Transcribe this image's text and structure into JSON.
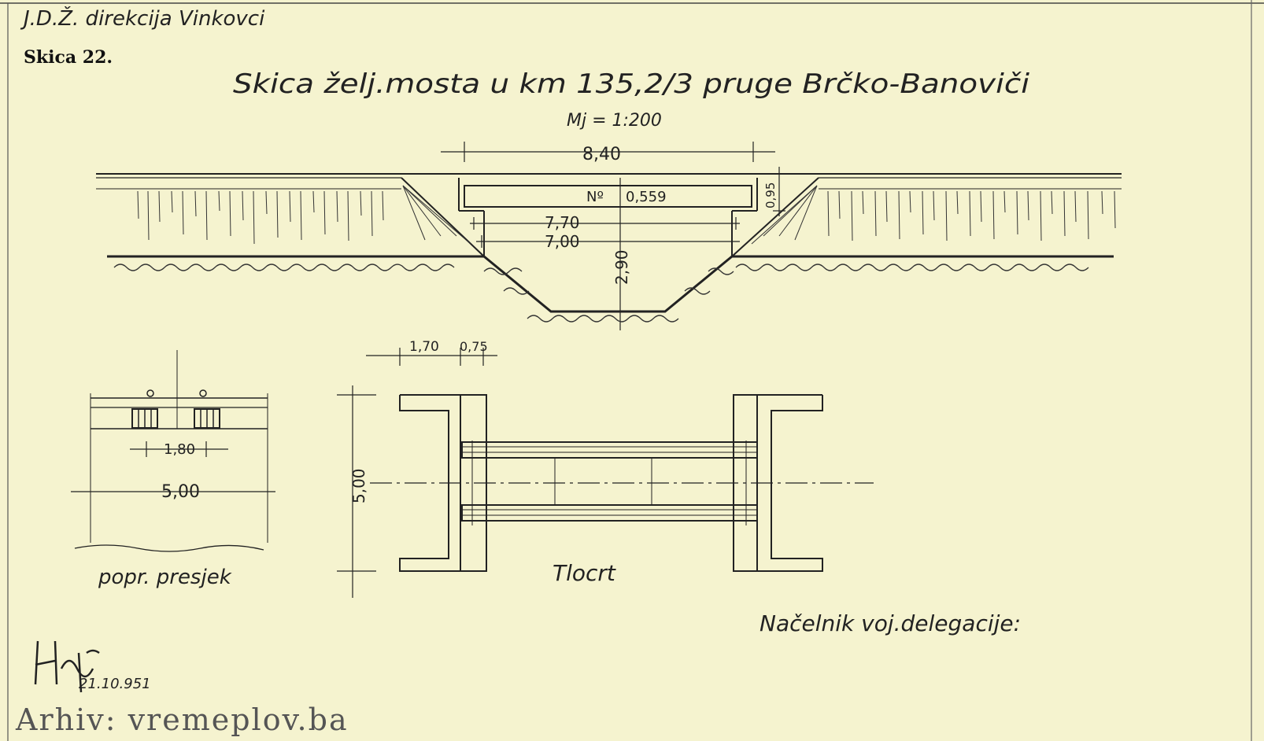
{
  "header": {
    "office": "J.D.Ž. direkcija Vinkovci",
    "sketch_no": "Skica 22."
  },
  "title": {
    "main": "Skica želj.mosta u km 135,2/3 pruge Brčko-Banoviči",
    "scale": "Mj = 1:200"
  },
  "elevation": {
    "span_total": "8,40",
    "beam_label": "Nº",
    "beam_height": "0,559",
    "bearing_height": "0,95",
    "span_770": "7,70",
    "span_700": "7,00",
    "opening_height": "2,90"
  },
  "cross_section": {
    "rail_gauge": "1,80",
    "width": "5,00",
    "caption": "popr. presjek"
  },
  "plan": {
    "dim_170": "1,70",
    "dim_075": "0,75",
    "width": "5,00",
    "caption": "Tlocrt"
  },
  "footer": {
    "signature_role": "Načelnik voj.delegacije:",
    "date": "21.10.951",
    "archive": "Arhiv: vremeplov.ba"
  },
  "colors": {
    "paper": "#f5f3cf",
    "ink": "#222222"
  }
}
